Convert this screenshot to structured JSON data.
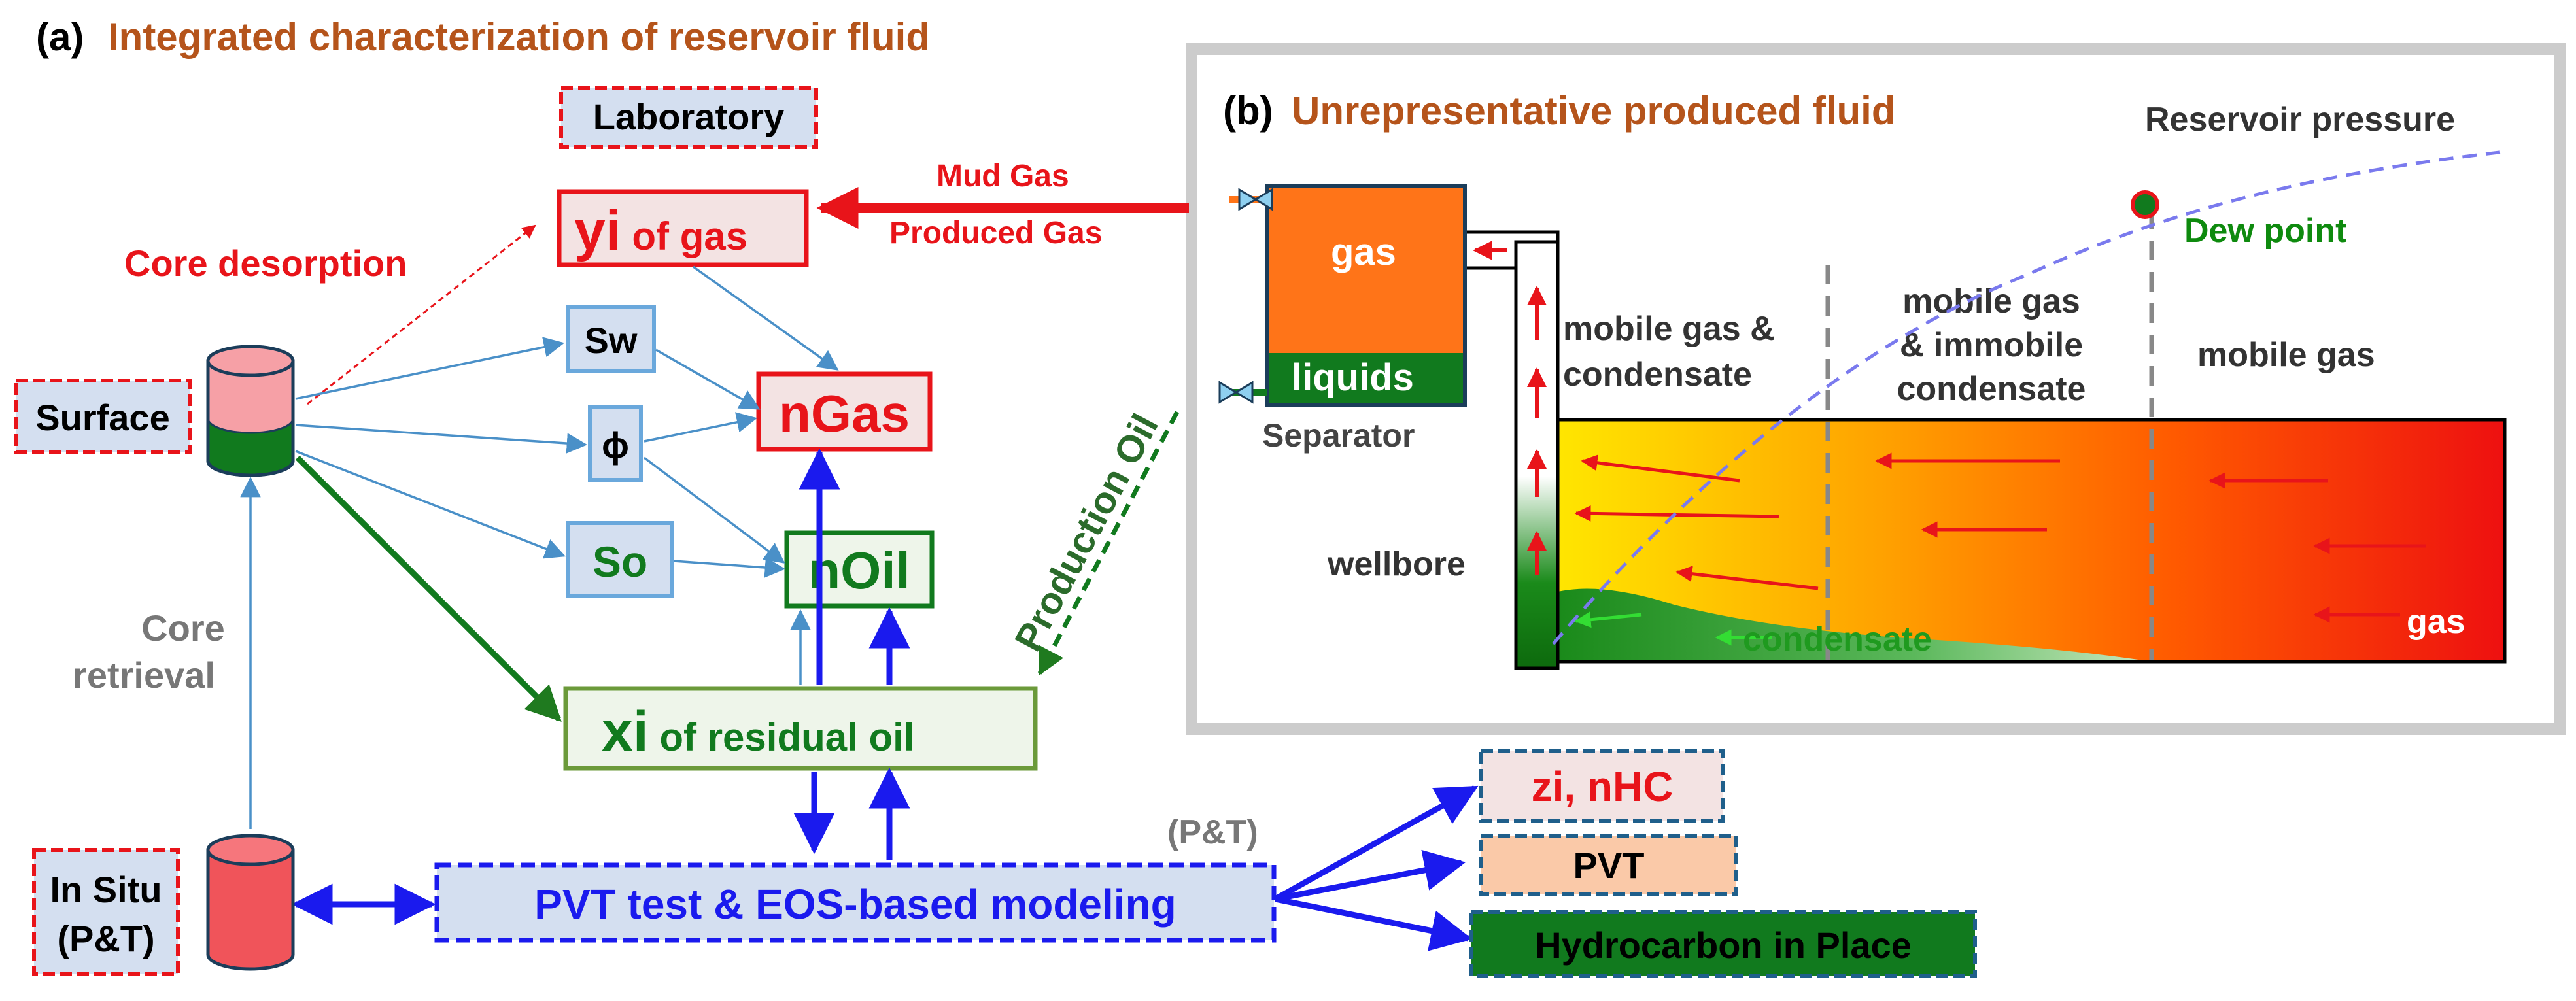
{
  "panel_a": {
    "title_prefix": "(a)",
    "title": "Integrated characterization of reservoir fluid",
    "laboratory": "Laboratory",
    "surface": "Surface",
    "in_situ_line1": "In Situ",
    "in_situ_line2": "(P&T)",
    "core_desorption": "Core desorption",
    "core_retrieval_line1": "Core",
    "core_retrieval_line2": "retrieval",
    "yi_main": "yi",
    "yi_rest": " of gas",
    "sw": "Sw",
    "phi": "ϕ",
    "so": "So",
    "ngas": "nGas",
    "noil": "nOil",
    "xi_main": "xi",
    "xi_rest": " of residual oil",
    "mud_gas": "Mud Gas",
    "produced_gas": "Produced Gas",
    "production_oil": "Production Oil",
    "pt_label": "(P&T)",
    "pvt_modeling": "PVT test & EOS-based modeling",
    "zi_nhc": "zi, nHC",
    "pvt": "PVT",
    "hydrocarbon_in_place": "Hydrocarbon in Place"
  },
  "panel_b": {
    "title_prefix": "(b)",
    "title": "Unrepresentative produced fluid",
    "reservoir_pressure": "Reservoir pressure",
    "dew_point": "Dew point",
    "gas_tank": "gas",
    "liquids": "liquids",
    "separator": "Separator",
    "wellbore": "wellbore",
    "zone1_line1": "mobile gas &",
    "zone1_line2": "condensate",
    "zone2_line1": "mobile gas",
    "zone2_line2": "& immobile",
    "zone2_line3": "condensate",
    "zone3": "mobile gas",
    "condensate": "condensate",
    "gas_label": "gas"
  },
  "colors": {
    "title_brown": "#b5541b",
    "red": "#e8141a",
    "green": "#1f7a1f",
    "blue": "#1a1aee",
    "light_blue_line": "#4a90c8",
    "navy_dash": "#1f5f8b"
  }
}
